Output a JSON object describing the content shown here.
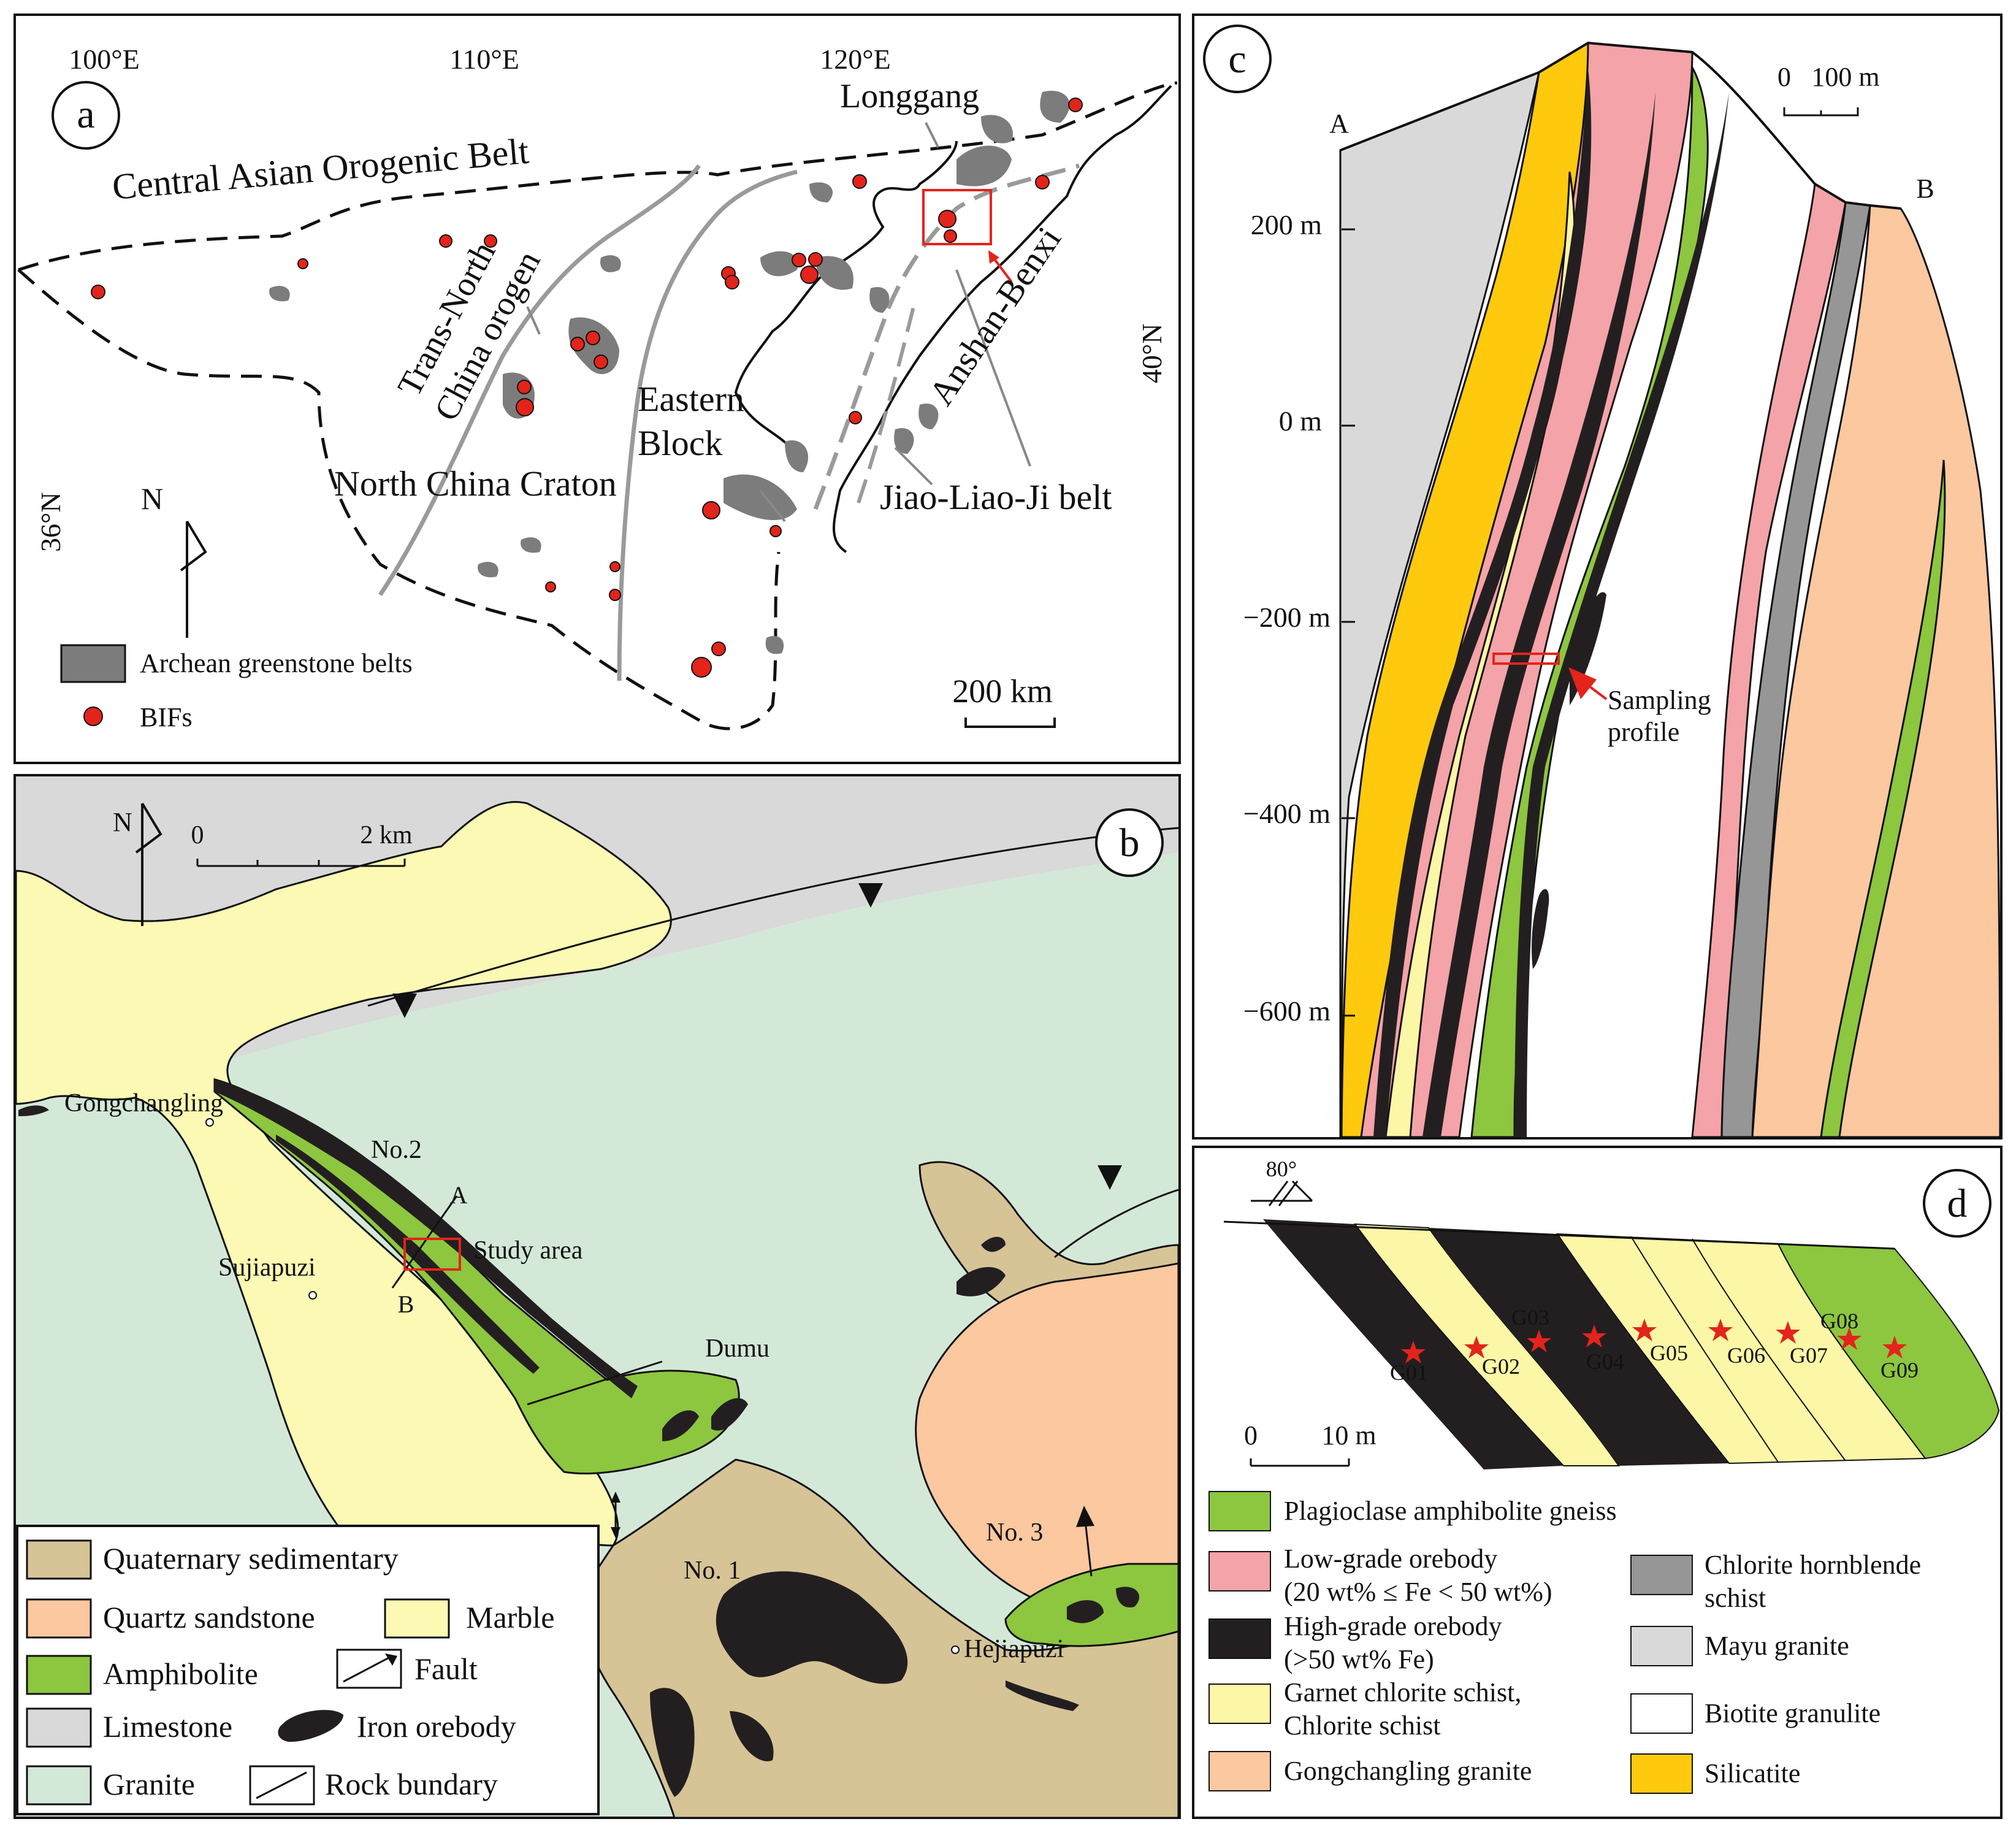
{
  "colors": {
    "greenstone": "#7c7c7c",
    "bif": "#e3241b",
    "quaternary": "#d6c497",
    "quartz_sandstone": "#fbc8a0",
    "marble": "#fbf9b3",
    "amphibolite": "#8dc63f",
    "limestone": "#d9d9d9",
    "granite": "#d4e8d8",
    "orebody": "#231f20",
    "low_grade": "#f4a3a8",
    "high_grade": "#231f20",
    "garnet_schist": "#fbf7a6",
    "gongchangling_granite": "#fbc8a0",
    "chlorite_hornblende": "#969696",
    "mayu_granite": "#d9d9d9",
    "biotite_granulite": "#ffffff",
    "silicatite": "#ffc90e",
    "sample_star": "#e3241b",
    "box": "#e3241b"
  },
  "panel_a": {
    "label": "a",
    "lon_ticks": [
      "100°E",
      "110°E",
      "120°E"
    ],
    "lat_ticks": [
      "40°N",
      "36°N"
    ],
    "labels": {
      "caob": "Central Asian Orogenic Belt",
      "tnco_1": "Trans-North",
      "tnco_2": "China orogen",
      "eastern_1": "Eastern",
      "eastern_2": "Block",
      "ncc": "North China Craton",
      "longgang": "Longgang",
      "anshan": "Anshan-Benxi",
      "jlj": "Jiao-Liao-Ji belt",
      "north": "N"
    },
    "legend": [
      {
        "symbol": "greenstone",
        "label": "Archean greenstone belts"
      },
      {
        "symbol": "bif",
        "label": "BIFs"
      }
    ],
    "scale": "200 km"
  },
  "panel_b": {
    "label": "b",
    "north": "N",
    "scale": {
      "zero": "0",
      "end": "2 km"
    },
    "labels": {
      "gongchangling": "Gongchangling",
      "sujiapuzi": "Sujiapuzi",
      "no2": "No.2",
      "study": "Study area",
      "a": "A",
      "b": "B",
      "dumu": "Dumu",
      "no1": "No. 1",
      "no3": "No. 3",
      "hejiapuzi": "Hejiapuzi"
    },
    "legend": [
      {
        "symbol": "quaternary",
        "label": "Quaternary sedimentary"
      },
      {
        "symbol": "quartz_sandstone",
        "label": "Quartz sandstone"
      },
      {
        "symbol": "marble",
        "label": "Marble"
      },
      {
        "symbol": "amphibolite",
        "label": "Amphibolite"
      },
      {
        "symbol": "fault",
        "label": "Fault"
      },
      {
        "symbol": "limestone",
        "label": "Limestone"
      },
      {
        "symbol": "orebody",
        "label": "Iron orebody"
      },
      {
        "symbol": "granite",
        "label": "Granite"
      },
      {
        "symbol": "boundary",
        "label": "Rock bundary"
      }
    ]
  },
  "panel_c": {
    "label": "c",
    "scale": {
      "zero": "0",
      "end": "100 m"
    },
    "end_a": "A",
    "end_b": "B",
    "elev_ticks": [
      "200 m",
      "0 m",
      "−200 m",
      "−400 m",
      "−600 m"
    ],
    "sampling_1": "Sampling",
    "sampling_2": "profile"
  },
  "panel_d": {
    "label": "d",
    "dip": "80°",
    "scale": {
      "zero": "0",
      "end": "10 m"
    },
    "samples": [
      "G01",
      "G02",
      "G03",
      "G04",
      "G05",
      "G06",
      "G07",
      "G08",
      "G09"
    ],
    "legend": [
      {
        "symbol": "amphibolite",
        "label": "Plagioclase amphibolite gneiss"
      },
      {
        "symbol": "low_grade",
        "label_1": "Low-grade orebody",
        "label_2": "(20 wt% ≤ Fe < 50 wt%)"
      },
      {
        "symbol": "chlorite_hornblende",
        "label_1": "Chlorite hornblende",
        "label_2": "schist"
      },
      {
        "symbol": "high_grade",
        "label_1": "High-grade orebody",
        "label_2": "(>50 wt% Fe)"
      },
      {
        "symbol": "mayu_granite",
        "label": "Mayu granite"
      },
      {
        "symbol": "garnet_schist",
        "label_1": "Garnet chlorite schist,",
        "label_2": "Chlorite schist"
      },
      {
        "symbol": "biotite_granulite",
        "label": "Biotite granulite"
      },
      {
        "symbol": "gongchangling_granite",
        "label": "Gongchangling granite"
      },
      {
        "symbol": "silicatite",
        "label": "Silicatite"
      }
    ]
  }
}
